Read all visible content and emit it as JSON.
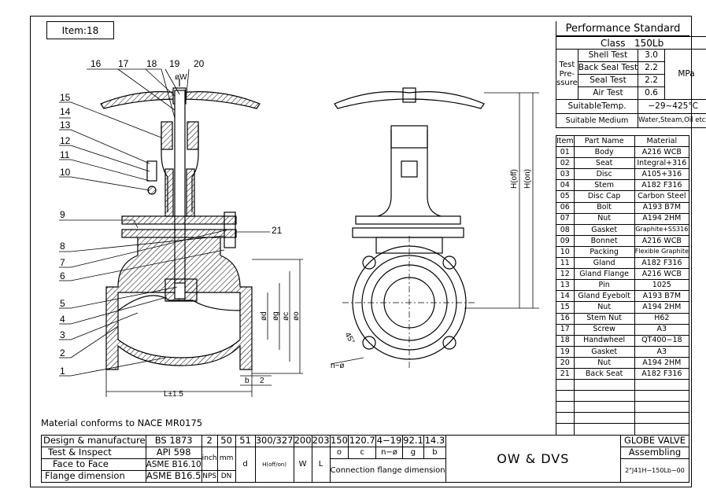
{
  "item_label": "Item:18",
  "nace_note": "Material conforms to NACE MR0175",
  "performance": {
    "title": "Performance Standard",
    "class_label": "Class",
    "class_value": "150Lb",
    "test_pressure_label": "Test Pre- ssure",
    "tests": [
      {
        "name": "Shell Test",
        "value": "3.0"
      },
      {
        "name": "Back Seal Test",
        "value": "2.2"
      },
      {
        "name": "Seal Test",
        "value": "2.2"
      },
      {
        "name": "Air Test",
        "value": "0.6"
      }
    ],
    "unit": "MPa",
    "temp_label": "SuitableTemp.",
    "temp_value": "−29~425°C",
    "medium_label": "Suitable Medium",
    "medium_value": "Water,Steam,Oil etc."
  },
  "parts_header": {
    "item": "Item",
    "name": "Part Name",
    "material": "Material"
  },
  "parts": [
    {
      "no": "01",
      "name": "Body",
      "material": "A216 WCB"
    },
    {
      "no": "02",
      "name": "Seat",
      "material": "Integral+316"
    },
    {
      "no": "03",
      "name": "Disc",
      "material": "A105+316"
    },
    {
      "no": "04",
      "name": "Stem",
      "material": "A182 F316"
    },
    {
      "no": "05",
      "name": "Disc Cap",
      "material": "Carbon Steel"
    },
    {
      "no": "06",
      "name": "Bolt",
      "material": "A193 B7M"
    },
    {
      "no": "07",
      "name": "Nut",
      "material": "A194 2HM"
    },
    {
      "no": "08",
      "name": "Gasket",
      "material": "Graphite+SS316"
    },
    {
      "no": "09",
      "name": "Bonnet",
      "material": "A216 WCB"
    },
    {
      "no": "10",
      "name": "Packing",
      "material": "Flexible Graphite"
    },
    {
      "no": "11",
      "name": "Gland",
      "material": "A182 F316"
    },
    {
      "no": "12",
      "name": "Gland Flange",
      "material": "A216 WCB"
    },
    {
      "no": "13",
      "name": "Pin",
      "material": "1025"
    },
    {
      "no": "14",
      "name": "Gland Eyebolt",
      "material": "A193 B7M"
    },
    {
      "no": "15",
      "name": "Nut",
      "material": "A194 2HM"
    },
    {
      "no": "16",
      "name": "Stem Nut",
      "material": "H62"
    },
    {
      "no": "17",
      "name": "Screw",
      "material": "A3"
    },
    {
      "no": "18",
      "name": "Handwheel",
      "material": "QT400−18"
    },
    {
      "no": "19",
      "name": "Gasket",
      "material": "A3"
    },
    {
      "no": "20",
      "name": "Nut",
      "material": "A194 2HM"
    },
    {
      "no": "21",
      "name": "Back Seat",
      "material": "A182 F316"
    }
  ],
  "standards": [
    {
      "label": "Design & manufacture",
      "value": "BS 1873"
    },
    {
      "label": "Test & Inspect",
      "value": "API 598"
    },
    {
      "label": "Face to Face",
      "value": "ASME B16.10"
    },
    {
      "label": "Flange dimension",
      "value": "ASME B16.5"
    }
  ],
  "dims": {
    "nps": "2",
    "dn": "50",
    "d": "51",
    "h": "300/327",
    "w": "200",
    "l": "203",
    "o": "150",
    "c": "120.7",
    "n_phi": "4−19",
    "g": "92.1",
    "b": "14.3",
    "inch": "inch",
    "mm": "mm",
    "nps_label": "NPS",
    "dn_label": "DN",
    "d_label": "d",
    "h_label": "H(off/on)",
    "w_label": "W",
    "l_label": "L",
    "o_label": "o",
    "c_label": "c",
    "nphi_label": "n−ø",
    "g_label": "g",
    "b_label": "b",
    "conn_label": "Connection flange dimension"
  },
  "company": "OW & DVS",
  "title_block": {
    "name": "GLOBE VALVE",
    "type": "Assembling",
    "code": "2\"J41H−150Lb−00"
  },
  "callouts": [
    "1",
    "2",
    "3",
    "4",
    "5",
    "6",
    "7",
    "8",
    "9",
    "10",
    "11",
    "12",
    "13",
    "14",
    "15",
    "16",
    "17",
    "18",
    "19",
    "20",
    "21"
  ],
  "drawing_labels": {
    "phi_w": "øW",
    "h_off": "H(off)",
    "h_on": "H(on)",
    "l_dim": "L±1.5",
    "b_dim": "b",
    "two": "2",
    "n_phi": "n−ø",
    "angle": "45°",
    "phi_d": "ød",
    "phi_g": "øg",
    "phi_c": "øc",
    "phi_o": "øo"
  }
}
